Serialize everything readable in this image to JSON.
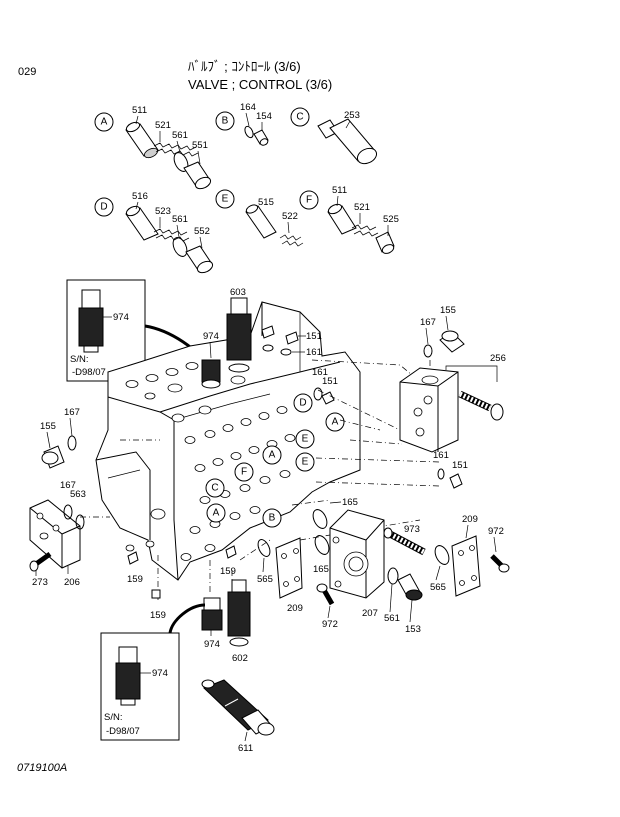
{
  "header": {
    "page_number": "029",
    "title_jp": "ﾊﾞﾙﾌﾞ ; ｺﾝﾄﾛｰﾙ (3/6)",
    "title_en": "VALVE ; CONTROL (3/6)"
  },
  "footer": {
    "drawing_code": "0719100A"
  },
  "callouts": {
    "A": "A",
    "B": "B",
    "C": "C",
    "D": "D",
    "E": "E",
    "F": "F"
  },
  "parts": {
    "p511a": "511",
    "p521a": "521",
    "p561a": "561",
    "p551": "551",
    "p164": "164",
    "p154": "154",
    "p253": "253",
    "p516": "516",
    "p523": "523",
    "p561b": "561",
    "p552": "552",
    "p515": "515",
    "p522": "522",
    "p511b": "511",
    "p521b": "521",
    "p525": "525",
    "p974a": "974",
    "p603": "603",
    "p974b": "974",
    "p151a": "151",
    "p161a": "161",
    "p161b": "161",
    "p151b": "151",
    "p167a": "167",
    "p155a": "155",
    "p256": "256",
    "p155b": "155",
    "p167b": "167",
    "p161c": "161",
    "p151c": "151",
    "p165a": "165",
    "p167c": "167",
    "p563": "563",
    "p973": "973",
    "p209a": "209",
    "p972a": "972",
    "p273": "273",
    "p206": "206",
    "p159a": "159",
    "p159b": "159",
    "p159c": "159",
    "p565a": "565",
    "p165b": "165",
    "p209b": "209",
    "p972b": "972",
    "p207": "207",
    "p561c": "561",
    "p153": "153",
    "p565b": "565",
    "p974c": "974",
    "p602": "602",
    "p974d": "974",
    "p611": "611"
  },
  "inset_top": {
    "part": "974",
    "sn_label": "S/N:",
    "sn_range": "-D98/07"
  },
  "inset_bottom": {
    "part": "974",
    "sn_label": "S/N:",
    "sn_range": "-D98/07"
  }
}
